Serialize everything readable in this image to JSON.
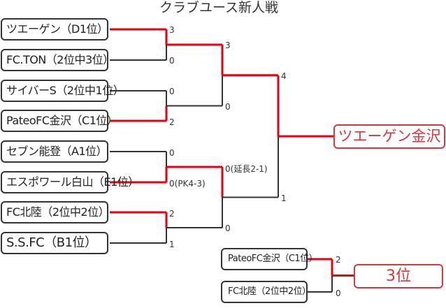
{
  "title": "クラブユース新人戦",
  "colors": {
    "winner_line": "#e60012",
    "line": "#333333",
    "result_text": "#d9363e"
  },
  "teams": [
    "ツエーゲン（D1位）",
    "FC.TON（2位中3位）",
    "サイバーS（2位中1位）",
    "PateoFC金沢（C1位）",
    "セブン能登（A1位）",
    "エスポワール白山（E1位）",
    "FC北陸（2位中2位）",
    "S.S.FC（B1位）"
  ],
  "round1": [
    {
      "scores": [
        "3",
        "0"
      ],
      "winner": 0
    },
    {
      "scores": [
        "0",
        "2"
      ],
      "winner": 1
    },
    {
      "scores": [
        "0",
        "0(PK4-3)"
      ],
      "winner": 1
    },
    {
      "scores": [
        "2",
        "1"
      ],
      "winner": 0
    }
  ],
  "round2": [
    {
      "scores": [
        "3",
        "0"
      ],
      "winner": 0
    },
    {
      "scores": [
        "0(延長2-1)",
        "0"
      ],
      "winner": 0
    }
  ],
  "final": {
    "scores": [
      "4",
      "1"
    ],
    "winner": 0
  },
  "champion": "ツエーゲン金沢",
  "third_place": {
    "teams": [
      "PateoFC金沢（C1位）",
      "FC北陸（2位中2位）"
    ],
    "scores": [
      "2",
      "0"
    ],
    "winner": 0,
    "label": "3位"
  }
}
